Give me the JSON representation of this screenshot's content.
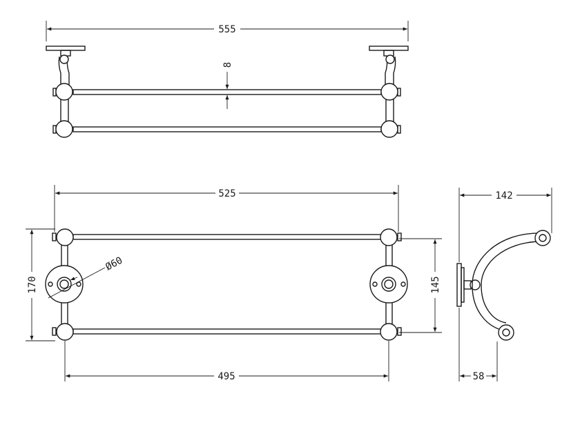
{
  "dimensions": {
    "top_width": "555",
    "bar_spacing": "8",
    "front_outer": "525",
    "front_inner": "495",
    "height_outer": "170",
    "height_bars": "145",
    "rose_diameter": "Ø60",
    "side_depth": "142",
    "side_offset": "58"
  },
  "colors": {
    "line": "#1a1a1a",
    "background": "#ffffff"
  }
}
